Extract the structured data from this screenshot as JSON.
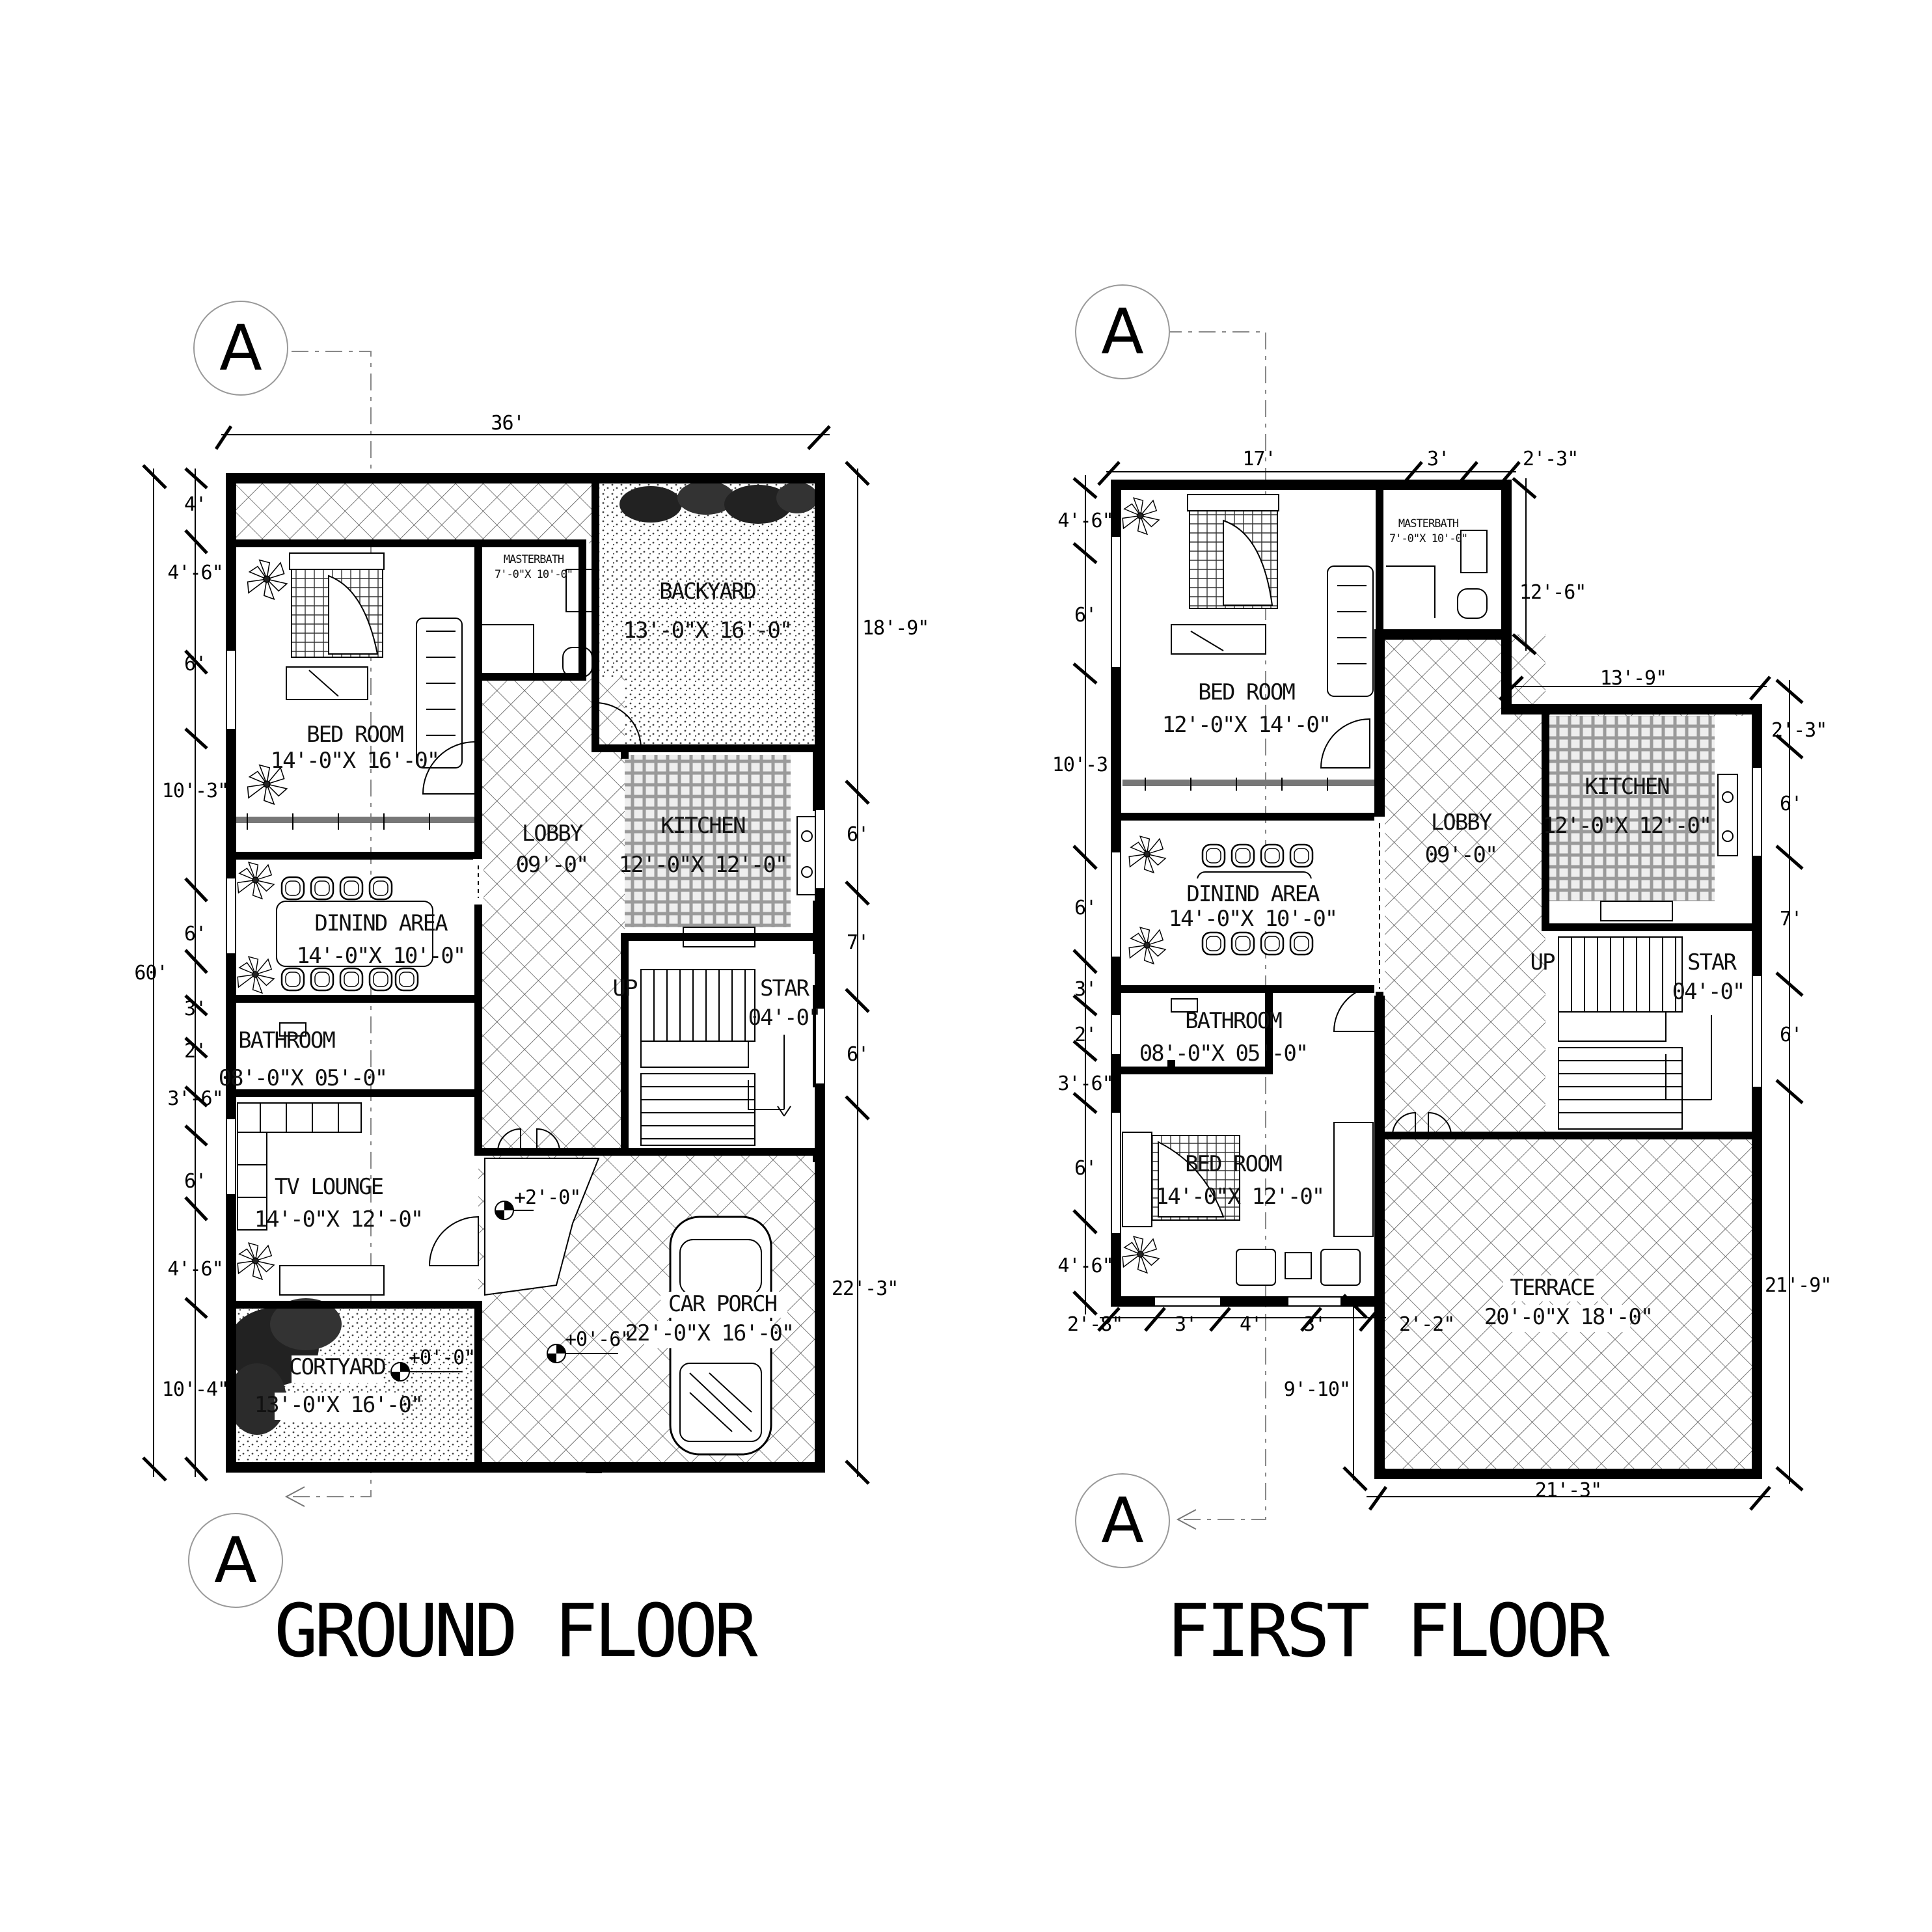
{
  "titles": {
    "ground_floor": "GROUND FLOOR",
    "first_floor": "FIRST FLOOR"
  },
  "section_marker": "A",
  "ground_floor": {
    "rooms": {
      "backyard": {
        "name": "BACKYARD",
        "size": "13'-0\"X 16'-0\""
      },
      "bedroom": {
        "name": "BED ROOM",
        "size": "14'-0\"X 16'-0\""
      },
      "masterbath": {
        "name": "MASTERBATH",
        "size": "7'-0\"X 10'-0\""
      },
      "lobby": {
        "name": "LOBBY",
        "size": "09'-0\""
      },
      "kitchen": {
        "name": "KITCHEN",
        "size": "12'-0\"X 12'-0\""
      },
      "dining": {
        "name": "DININD AREA",
        "size": "14'-0\"X 10'-0\""
      },
      "bathroom": {
        "name": "BATHROOM",
        "size": "08'-0\"X 05'-0\""
      },
      "stair": {
        "name": "STAR",
        "size": "04'-0\"",
        "up": "UP"
      },
      "tv_lounge": {
        "name": "TV LOUNGE",
        "size": "14'-0\"X 12'-0\""
      },
      "car_porch": {
        "name": "CAR PORCH",
        "size": "22'-0\"X 16'-0\""
      },
      "courtyard": {
        "name": "CORTYARD",
        "size": "13'-0\"X 16'-0\""
      }
    },
    "levels": {
      "entry": "+2'-0\"",
      "porch": "+0'-6\"",
      "courtyard": "+0'-0\""
    },
    "dims": {
      "top": "36'",
      "overall": "60'",
      "left": [
        "4'",
        "4'-6\"",
        "6'",
        "10'-3\"",
        "6'",
        "3'",
        "2'",
        "3'-6\"",
        "6'",
        "4'-6\"",
        "10'-4\""
      ],
      "right": [
        "18'-9\"",
        "6'",
        "7'",
        "6'",
        "22'-3\""
      ]
    }
  },
  "first_floor": {
    "rooms": {
      "bedroom1": {
        "name": "BED ROOM",
        "size": "12'-0\"X 14'-0\""
      },
      "masterbath": {
        "name": "MASTERBATH",
        "size": "7'-0\"X 10'-0\""
      },
      "lobby": {
        "name": "LOBBY",
        "size": "09'-0\""
      },
      "kitchen": {
        "name": "KITCHEN",
        "size": "12'-0\"X 12'-0\""
      },
      "dining": {
        "name": "DININD AREA",
        "size": "14'-0\"X 10'-0\""
      },
      "bathroom": {
        "name": "BATHROOM",
        "size": "08'-0\"X 05'-0\""
      },
      "stair": {
        "name": "STAR",
        "size": "04'-0\"",
        "up": "UP"
      },
      "bedroom2": {
        "name": "BED ROOM",
        "size": "14'-0\"X 12'-0\""
      },
      "terrace": {
        "name": "TERRACE",
        "size": "20'-0\"X 18'-0\""
      }
    },
    "dims": {
      "top": [
        "17'",
        "3'",
        "2'-3\""
      ],
      "left": [
        "4'-6\"",
        "6'",
        "10'-3\"",
        "6'",
        "3'",
        "2'",
        "3'-6\"",
        "6'",
        "4'-6\""
      ],
      "bottom_left": [
        "2'-8\"",
        "3'",
        "4'",
        "3'",
        "2'-2\""
      ],
      "right": [
        "12'-6\"",
        "13'-9\"",
        "2'-3\"",
        "6'",
        "7'",
        "6'",
        "21'-9\""
      ],
      "terrace_left": "9'-10\"",
      "bottom": "21'-3\""
    }
  }
}
